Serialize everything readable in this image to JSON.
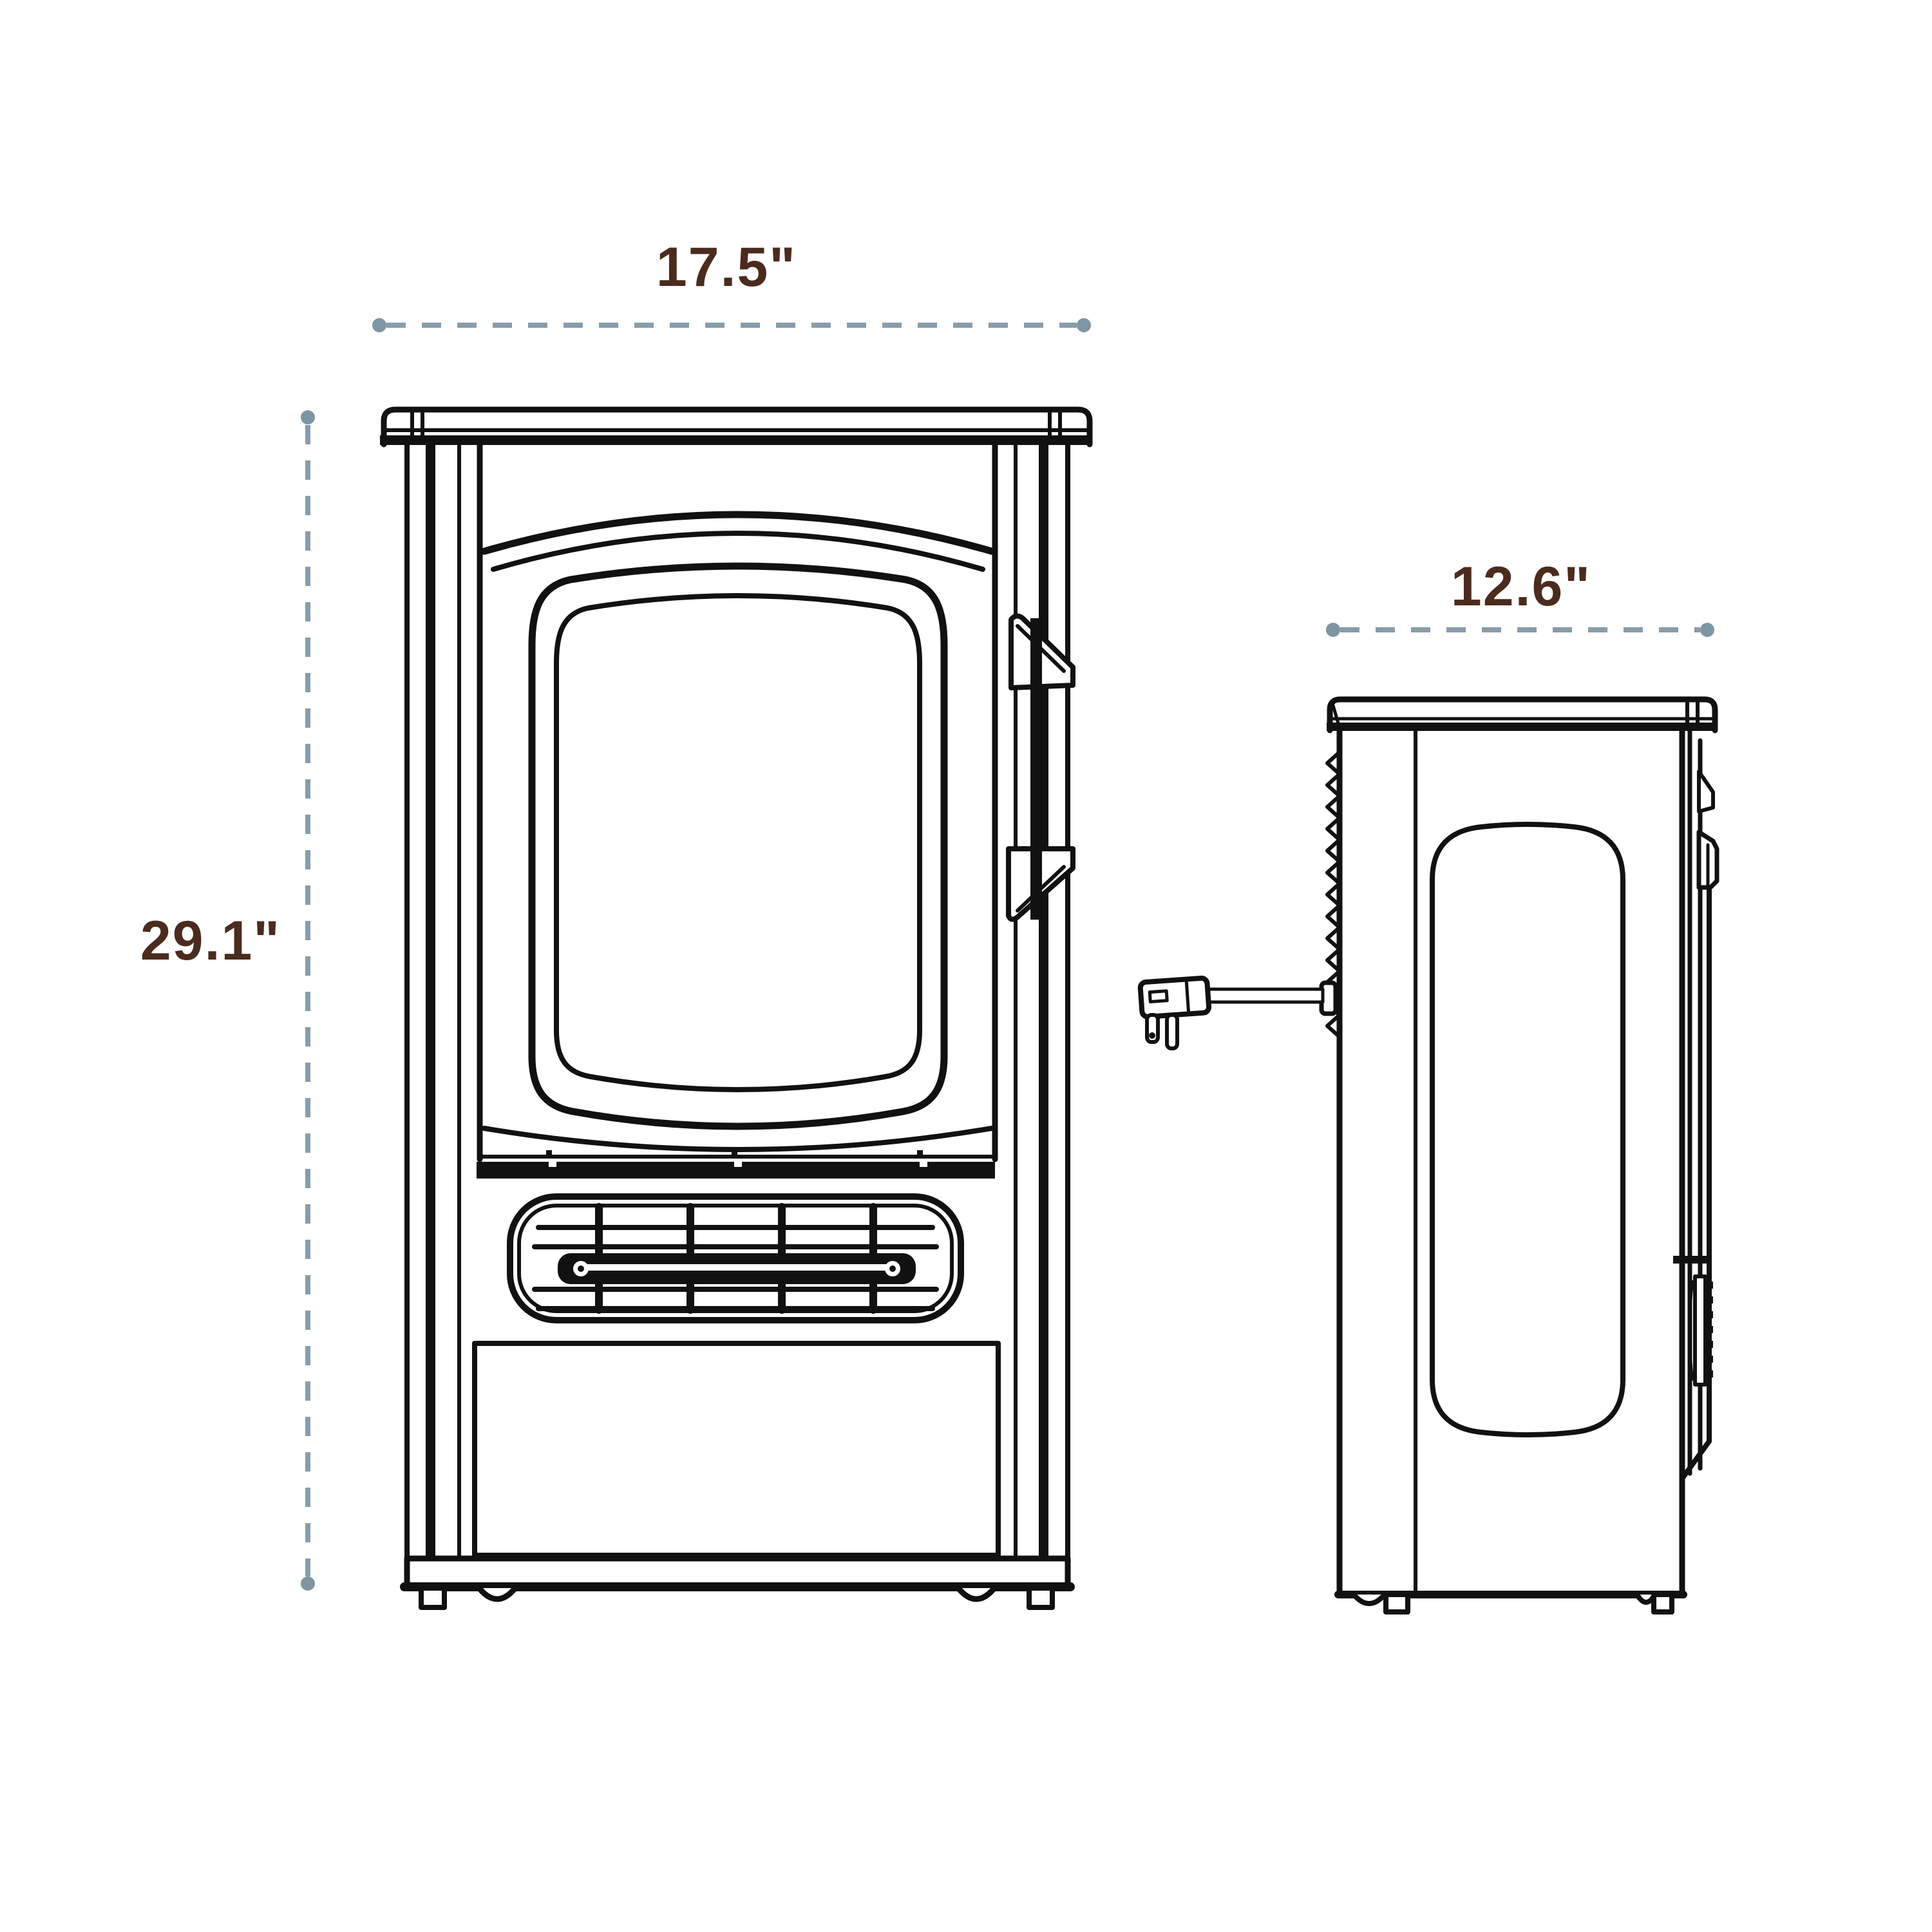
{
  "diagram": {
    "title": "product dimension line drawing (electric stove heater, front and side views)",
    "views": {
      "front": {
        "name": "front-view",
        "width_label": "17.5\"",
        "height_label": "29.1\""
      },
      "side": {
        "name": "side-view",
        "depth_label": "12.6\""
      }
    },
    "colors": {
      "line_art": "#111111",
      "dimension_line": "#879dab",
      "dimension_dot": "#7e95a3",
      "label_text": "#4b2b1d",
      "background": "#ffffff"
    }
  }
}
